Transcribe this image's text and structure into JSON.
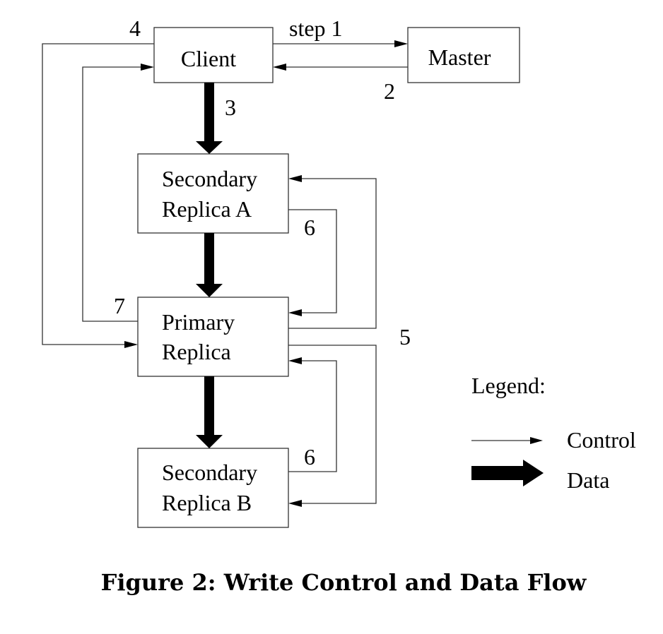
{
  "figure": {
    "caption": "Figure 2: Write Control and Data Flow",
    "colors": {
      "stroke": "#333333",
      "data_arrow": "#000000",
      "text": "#000000",
      "background": "#ffffff"
    }
  },
  "nodes": {
    "client": {
      "lines": [
        "Client"
      ]
    },
    "master": {
      "lines": [
        "Master"
      ]
    },
    "secondary_a": {
      "lines": [
        "Secondary",
        "Replica A"
      ]
    },
    "primary": {
      "lines": [
        "Primary",
        "Replica"
      ]
    },
    "secondary_b": {
      "lines": [
        "Secondary",
        "Replica B"
      ]
    }
  },
  "steps": {
    "step1": "step 1",
    "step2": "2",
    "step3": "3",
    "step4": "4",
    "step5": "5",
    "step6a": "6",
    "step6b": "6",
    "step7": "7"
  },
  "edges": [
    {
      "from": "client",
      "to": "master",
      "kind": "control",
      "label": "step 1"
    },
    {
      "from": "master",
      "to": "client",
      "kind": "control",
      "label": "2"
    },
    {
      "from": "client",
      "to": "secondary_a",
      "kind": "data",
      "label": "3"
    },
    {
      "from": "secondary_a",
      "to": "primary",
      "kind": "data",
      "label": ""
    },
    {
      "from": "primary",
      "to": "secondary_b",
      "kind": "data",
      "label": ""
    },
    {
      "from": "client",
      "to": "primary",
      "kind": "control",
      "label": "4"
    },
    {
      "from": "primary",
      "to": "secondary_a",
      "kind": "control",
      "label": "5"
    },
    {
      "from": "primary",
      "to": "secondary_b",
      "kind": "control",
      "label": "5"
    },
    {
      "from": "secondary_a",
      "to": "primary",
      "kind": "control",
      "label": "6"
    },
    {
      "from": "secondary_b",
      "to": "primary",
      "kind": "control",
      "label": "6"
    },
    {
      "from": "primary",
      "to": "client",
      "kind": "control",
      "label": "7"
    }
  ],
  "legend": {
    "title": "Legend:",
    "control_label": "Control",
    "data_label": "Data"
  }
}
